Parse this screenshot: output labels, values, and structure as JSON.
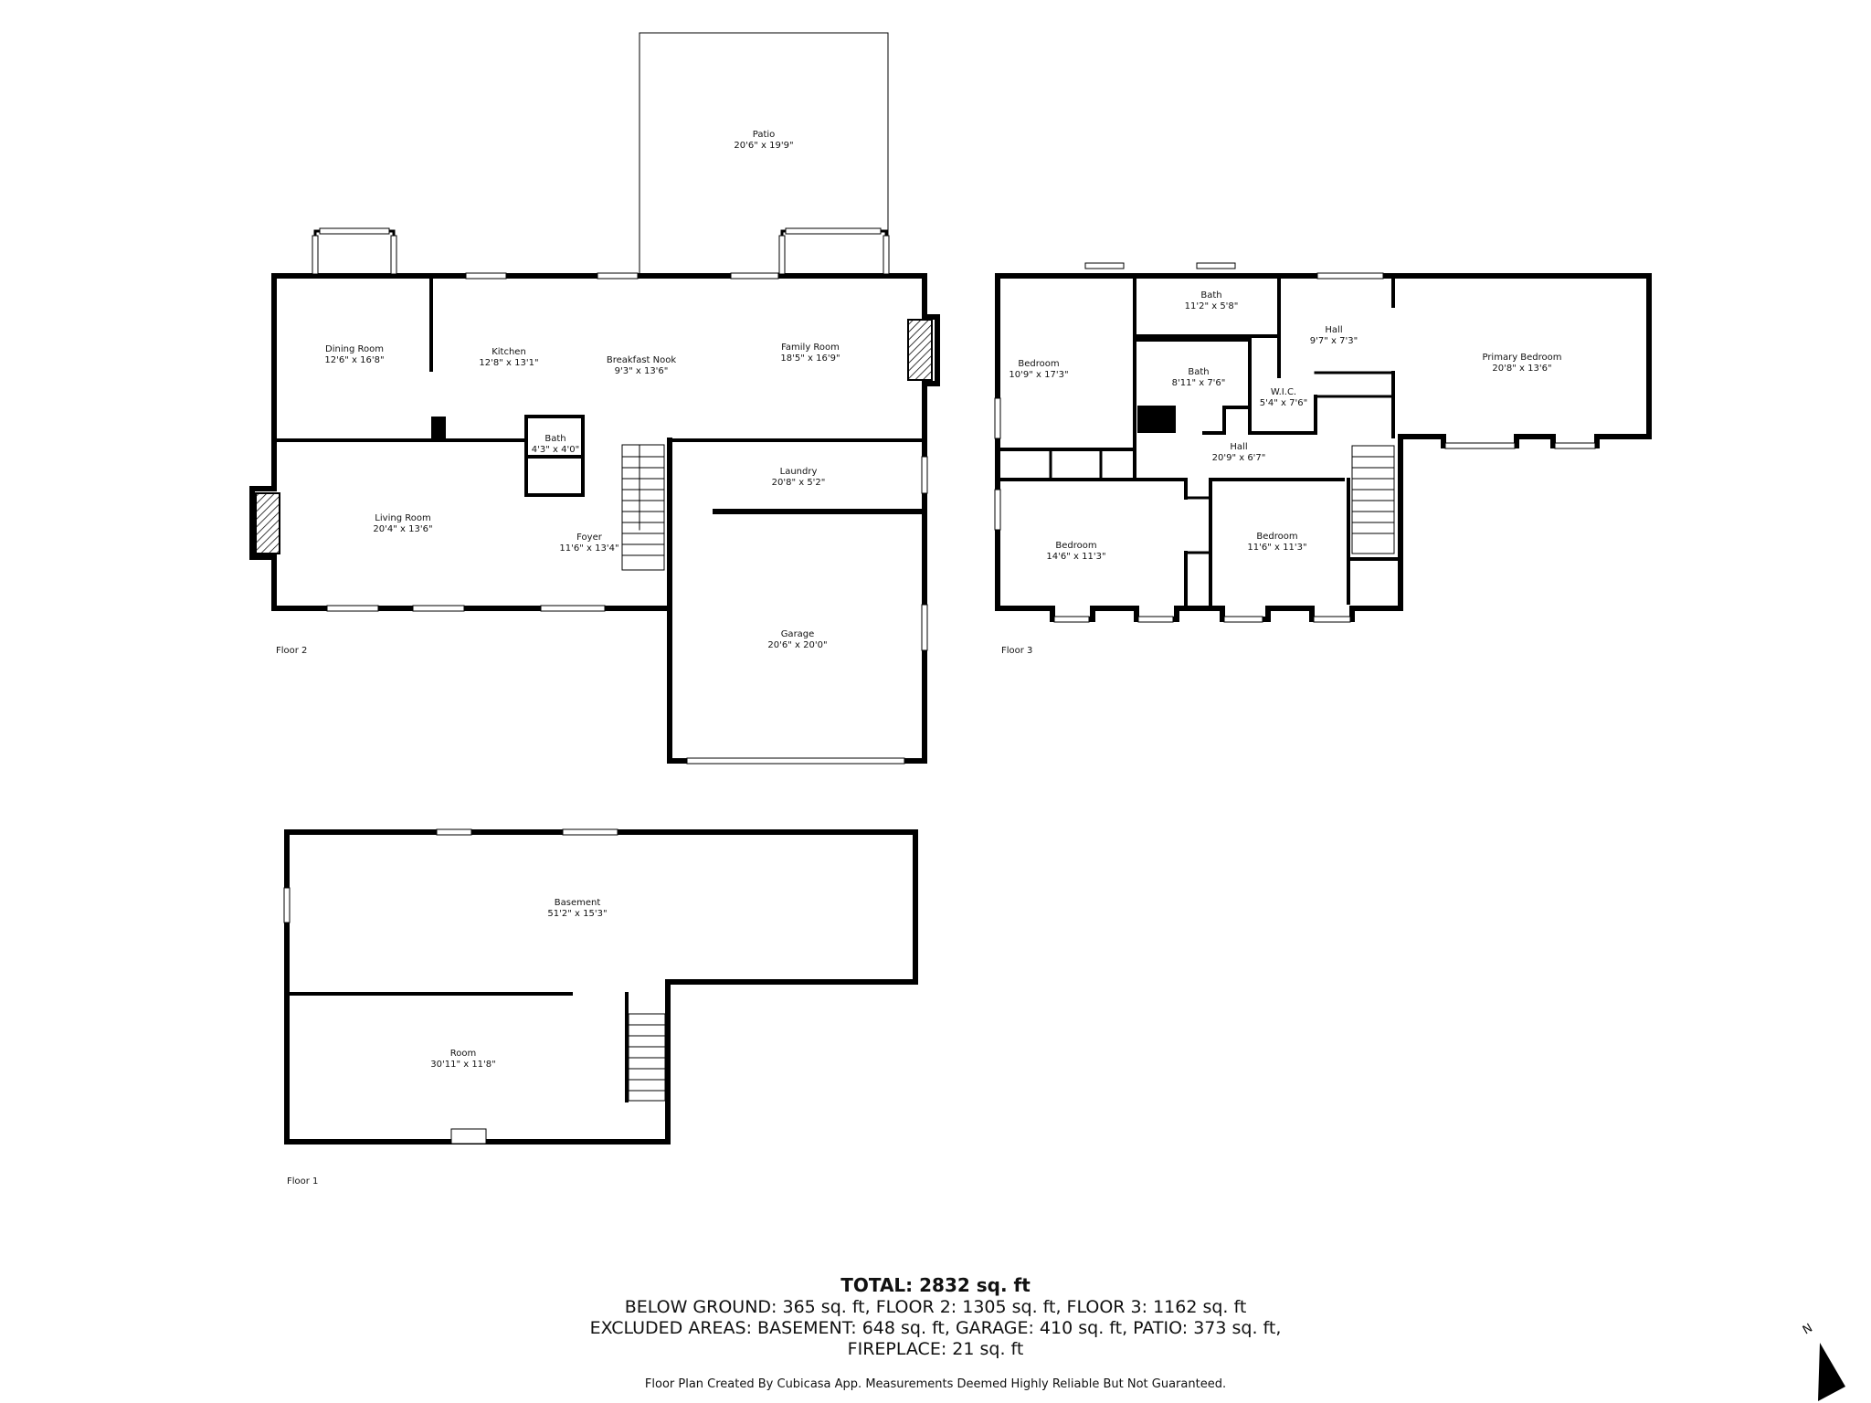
{
  "rooms": [
    {
      "name": "Patio",
      "dims": "20'6\" x 19'9\""
    },
    {
      "name": "Dining Room",
      "dims": "12'6\" x 16'8\""
    },
    {
      "name": "Kitchen",
      "dims": "12'8\" x 13'1\""
    },
    {
      "name": "Breakfast Nook",
      "dims": "9'3\" x 13'6\""
    },
    {
      "name": "Family Room",
      "dims": "18'5\" x 16'9\""
    },
    {
      "name": "Bath",
      "dims": "4'3\" x 4'0\""
    },
    {
      "name": "Laundry",
      "dims": "20'8\" x 5'2\""
    },
    {
      "name": "Living Room",
      "dims": "20'4\" x 13'6\""
    },
    {
      "name": "Foyer",
      "dims": "11'6\" x 13'4\""
    },
    {
      "name": "Garage",
      "dims": "20'6\" x 20'0\""
    },
    {
      "name": "Bath",
      "dims": "11'2\" x 5'8\""
    },
    {
      "name": "Hall",
      "dims": "9'7\" x 7'3\""
    },
    {
      "name": "Bedroom",
      "dims": "10'9\" x 17'3\""
    },
    {
      "name": "Bath",
      "dims": "8'11\" x 7'6\""
    },
    {
      "name": "W.I.C.",
      "dims": "5'4\" x 7'6\""
    },
    {
      "name": "Primary Bedroom",
      "dims": "20'8\" x 13'6\""
    },
    {
      "name": "Hall",
      "dims": "20'9\" x 6'7\""
    },
    {
      "name": "Bedroom",
      "dims": "14'6\" x 11'3\""
    },
    {
      "name": "Bedroom",
      "dims": "11'6\" x 11'3\""
    },
    {
      "name": "Basement",
      "dims": "51'2\" x 15'3\""
    },
    {
      "name": "Room",
      "dims": "30'11\" x 11'8\""
    }
  ],
  "floor_labels": [
    "Floor 2",
    "Floor 3",
    "Floor 1"
  ],
  "summary": {
    "total": "TOTAL: 2832 sq. ft",
    "line1": "BELOW GROUND: 365 sq. ft, FLOOR 2: 1305 sq. ft, FLOOR 3: 1162 sq. ft",
    "line2": "EXCLUDED AREAS: BASEMENT: 648 sq. ft, GARAGE: 410 sq. ft, PATIO: 373 sq. ft,",
    "line3": "FIREPLACE: 21 sq. ft"
  },
  "disclaimer": "Floor Plan Created By Cubicasa App. Measurements Deemed Highly Reliable But Not Guaranteed.",
  "north_label": "N",
  "colors": {
    "wall": "#000000",
    "window": "#ffffff",
    "window_frame": "#000000",
    "background": "#ffffff"
  }
}
